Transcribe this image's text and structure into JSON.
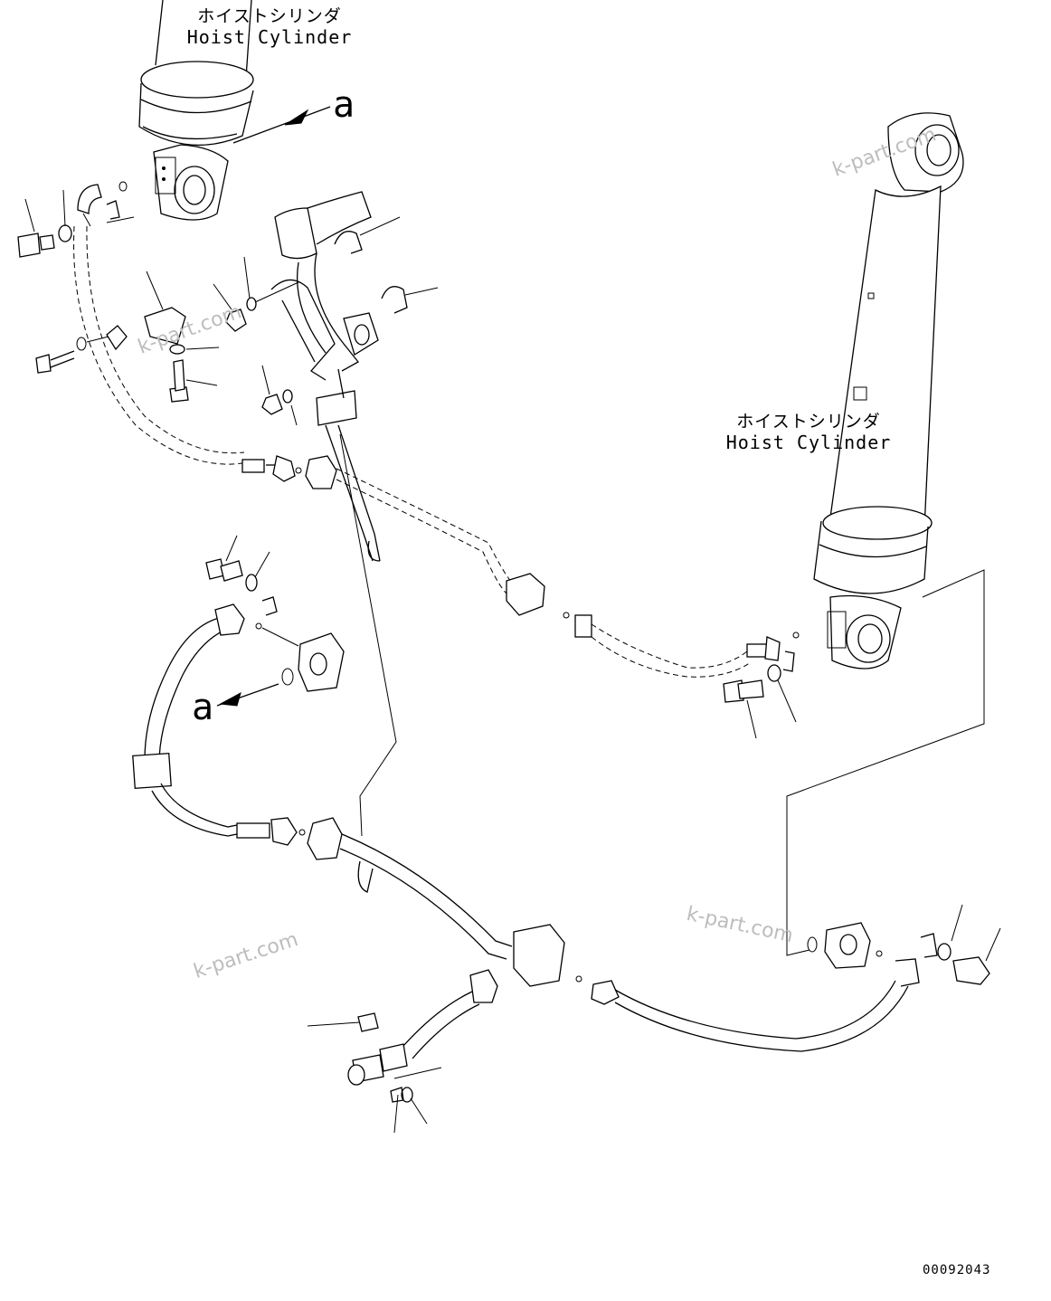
{
  "labels": {
    "cylinder_top_left": {
      "jp": "ホイストシリンダ",
      "en": "Hoist Cylinder"
    },
    "cylinder_right": {
      "jp": "ホイストシリンダ",
      "en": "Hoist Cylinder"
    }
  },
  "callouts": {
    "a_top": "a",
    "a_middle": "a"
  },
  "watermarks": [
    "k-part.com",
    "k-part.com",
    "k-part.com",
    "k-part.com"
  ],
  "drawing_number": "00092043"
}
